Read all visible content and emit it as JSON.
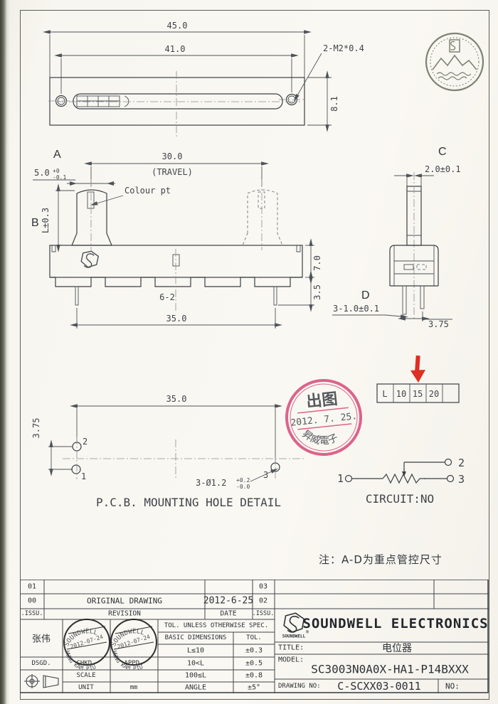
{
  "doc": {
    "note": "注：A-D为重点管控尺寸"
  },
  "top_view": {
    "dim_overall": "45.0",
    "dim_inner": "41.0",
    "screw_callout": "2-M2*0.4",
    "dim_height": "8.1"
  },
  "front_view": {
    "label_a": "A",
    "label_b": "B",
    "dim_travel": "30.0",
    "travel_note": "(TRAVEL)",
    "dim_knob": "5.0",
    "dim_knob_tol_up": "+0",
    "dim_knob_tol_dn": "-0.1",
    "colour_pt": "Colour pt",
    "dim_lever": "L±0.3",
    "dim_body_h": "7.0",
    "dim_pin_h": "3.5",
    "dim_notch": "6-2",
    "dim_pin_span": "35.0"
  },
  "side_view": {
    "label_c": "C",
    "label_d": "D",
    "dim_lever_w": "2.0±0.1",
    "dim_pin": "3-1.0±0.1",
    "dim_pin_pitch": "3.75"
  },
  "pcb_detail": {
    "dim_span": "35.0",
    "dim_pitch": "3.75",
    "hole_1": "1",
    "hole_2": "2",
    "hole_3": "3",
    "hole_callout": "3-Ø1.2",
    "hole_tol_up": "+0.2",
    "hole_tol_dn": "-0.0",
    "title": "P.C.B. MOUNTING HOLE DETAIL"
  },
  "size_table": {
    "cells": [
      "L",
      "10",
      "15",
      "20",
      ""
    ]
  },
  "red_stamp": {
    "line1": "出图",
    "date": "2012. 7. 25.",
    "arc": "昇威電子",
    "color": "#d94f7e"
  },
  "circuit": {
    "t1": "1",
    "t2": "2",
    "t3": "3",
    "label": "CIRCUIT:NO"
  },
  "title_block": {
    "rev_rows": [
      {
        "issu": "01",
        "revision": "",
        "date": "",
        "issu2": "03"
      },
      {
        "issu": "00",
        "revision": "ORIGINAL  DRAWING",
        "date": "2012-6-25",
        "issu2": "02"
      }
    ],
    "rev_header": {
      "issu": ".ISSU.",
      "revision": "REVISION",
      "date": "DATE",
      "issu2": ".ISSU."
    },
    "designer": "张伟",
    "dsgd": "DSGD.",
    "chkd": "CHKD.",
    "appd": "APPD.",
    "scale_label": "SCALE",
    "unit_label": "UNIT",
    "unit_value": "mm",
    "tol_header": "TOL. UNLESS OTHERWISE SPEC.",
    "tol_col_basic": "BASIC DIMENSIONS",
    "tol_col_tol": "TOL.",
    "tol_rows": [
      {
        "range": "L≤10",
        "tol": "±0.3"
      },
      {
        "range": "10<L",
        "tol": "±0.5"
      },
      {
        "range": "100≤L",
        "tol": "±0.8"
      },
      {
        "range": "ANGLE",
        "tol": "±5°"
      }
    ],
    "company": "SOUNDWELL ELECTRONICS",
    "logo_text": "SOUNDWELL",
    "reg_mark": "®",
    "title_label": "TITLE:",
    "title_value": "电位器",
    "model_label": "MODEL:",
    "model_value": "SC3003N0A0X-HA1-P14BXXX",
    "drawing_label": "DRAWING NO:",
    "drawing_value": "C-SCXX03-0011",
    "no_label": "NO:"
  },
  "approval_stamp": {
    "company": "SOUNDWELL",
    "date": "2012-07-24",
    "name": "HUNG KAM PIU"
  }
}
